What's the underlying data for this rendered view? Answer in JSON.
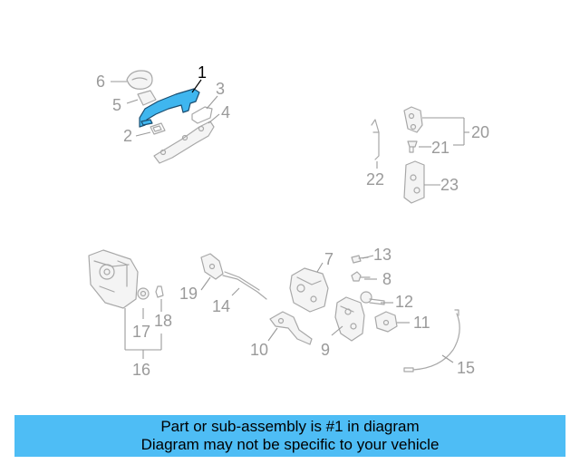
{
  "callouts": {
    "c1": "1",
    "c2": "2",
    "c3": "3",
    "c4": "4",
    "c5": "5",
    "c6": "6",
    "c7": "7",
    "c8": "8",
    "c9": "9",
    "c10": "10",
    "c11": "11",
    "c12": "12",
    "c13": "13",
    "c14": "14",
    "c15": "15",
    "c16": "16",
    "c17": "17",
    "c18": "18",
    "c19": "19",
    "c20": "20",
    "c21": "21",
    "c22": "22",
    "c23": "23"
  },
  "highlighted_part": "1",
  "colors": {
    "highlight": "#3fb6ef",
    "banner": "#4ebdf5",
    "callout": "#9a9a9a"
  },
  "banner": {
    "line1": "Part or sub-assembly is #1 in diagram",
    "line2": "Diagram may not be specific to your vehicle"
  }
}
